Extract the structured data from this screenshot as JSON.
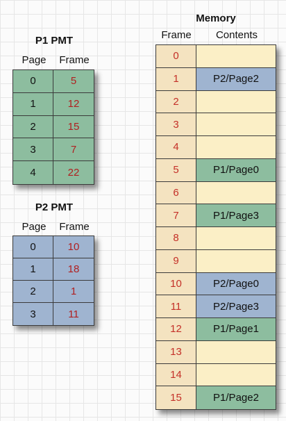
{
  "colors": {
    "green": "#8dbd9f",
    "blue": "#9fb4d0",
    "cream": "#fbefc6",
    "frame_cell": "#f4e3c0",
    "number_red": "#b02020"
  },
  "p1": {
    "title": "P1 PMT",
    "col_page": "Page",
    "col_frame": "Frame",
    "rows": [
      {
        "page": "0",
        "frame": "5"
      },
      {
        "page": "1",
        "frame": "12"
      },
      {
        "page": "2",
        "frame": "15"
      },
      {
        "page": "3",
        "frame": "7"
      },
      {
        "page": "4",
        "frame": "22"
      }
    ]
  },
  "p2": {
    "title": "P2 PMT",
    "col_page": "Page",
    "col_frame": "Frame",
    "rows": [
      {
        "page": "0",
        "frame": "10"
      },
      {
        "page": "1",
        "frame": "18"
      },
      {
        "page": "2",
        "frame": "1"
      },
      {
        "page": "3",
        "frame": "11"
      }
    ]
  },
  "memory": {
    "title": "Memory",
    "col_frame": "Frame",
    "col_contents": "Contents",
    "rows": [
      {
        "frame": "0",
        "contents": "",
        "owner": "free"
      },
      {
        "frame": "1",
        "contents": "P2/Page2",
        "owner": "p2"
      },
      {
        "frame": "2",
        "contents": "",
        "owner": "free"
      },
      {
        "frame": "3",
        "contents": "",
        "owner": "free"
      },
      {
        "frame": "4",
        "contents": "",
        "owner": "free"
      },
      {
        "frame": "5",
        "contents": "P1/Page0",
        "owner": "p1"
      },
      {
        "frame": "6",
        "contents": "",
        "owner": "free"
      },
      {
        "frame": "7",
        "contents": "P1/Page3",
        "owner": "p1"
      },
      {
        "frame": "8",
        "contents": "",
        "owner": "free"
      },
      {
        "frame": "9",
        "contents": "",
        "owner": "free"
      },
      {
        "frame": "10",
        "contents": "P2/Page0",
        "owner": "p2"
      },
      {
        "frame": "11",
        "contents": "P2/Page3",
        "owner": "p2"
      },
      {
        "frame": "12",
        "contents": "P1/Page1",
        "owner": "p1"
      },
      {
        "frame": "13",
        "contents": "",
        "owner": "free"
      },
      {
        "frame": "14",
        "contents": "",
        "owner": "free"
      },
      {
        "frame": "15",
        "contents": "P1/Page2",
        "owner": "p1"
      }
    ]
  }
}
